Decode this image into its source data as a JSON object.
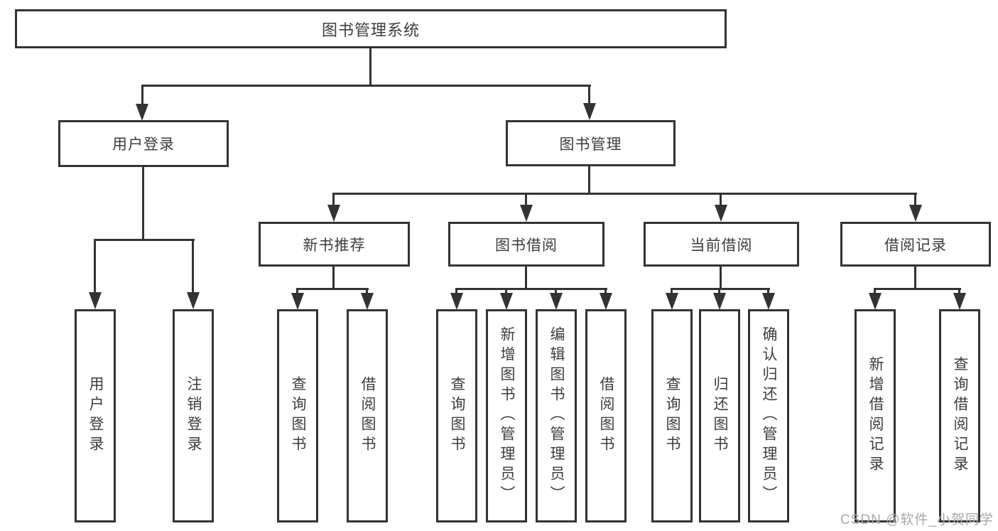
{
  "diagram": {
    "root": {
      "label": "图书管理系统"
    },
    "level1": {
      "user_login": "用户登录",
      "book_management": "图书管理"
    },
    "level2": {
      "new_book_recommend": "新书推荐",
      "book_borrow": "图书借阅",
      "current_borrow": "当前借阅",
      "borrow_records": "借阅记录"
    },
    "leaves": {
      "user_login": "用户登录",
      "logout": "注销登录",
      "nb_query": "查询图书",
      "nb_borrow": "借阅图书",
      "bb_query": "查询图书",
      "bb_add": "新增图书（管理员）",
      "bb_edit": "编辑图书（管理员）",
      "bb_borrow": "借阅图书",
      "cb_query": "查询图书",
      "cb_return": "归还图书",
      "cb_confirm": "确认归还（管理员）",
      "br_add": "新增借阅记录",
      "br_query": "查询借阅记录"
    }
  },
  "watermark": "CSDN @软件_小贺同学",
  "colors": {
    "line": "#333333",
    "text": "#3c3c3c",
    "watermark": "#a8a8a8",
    "background": "#ffffff"
  }
}
